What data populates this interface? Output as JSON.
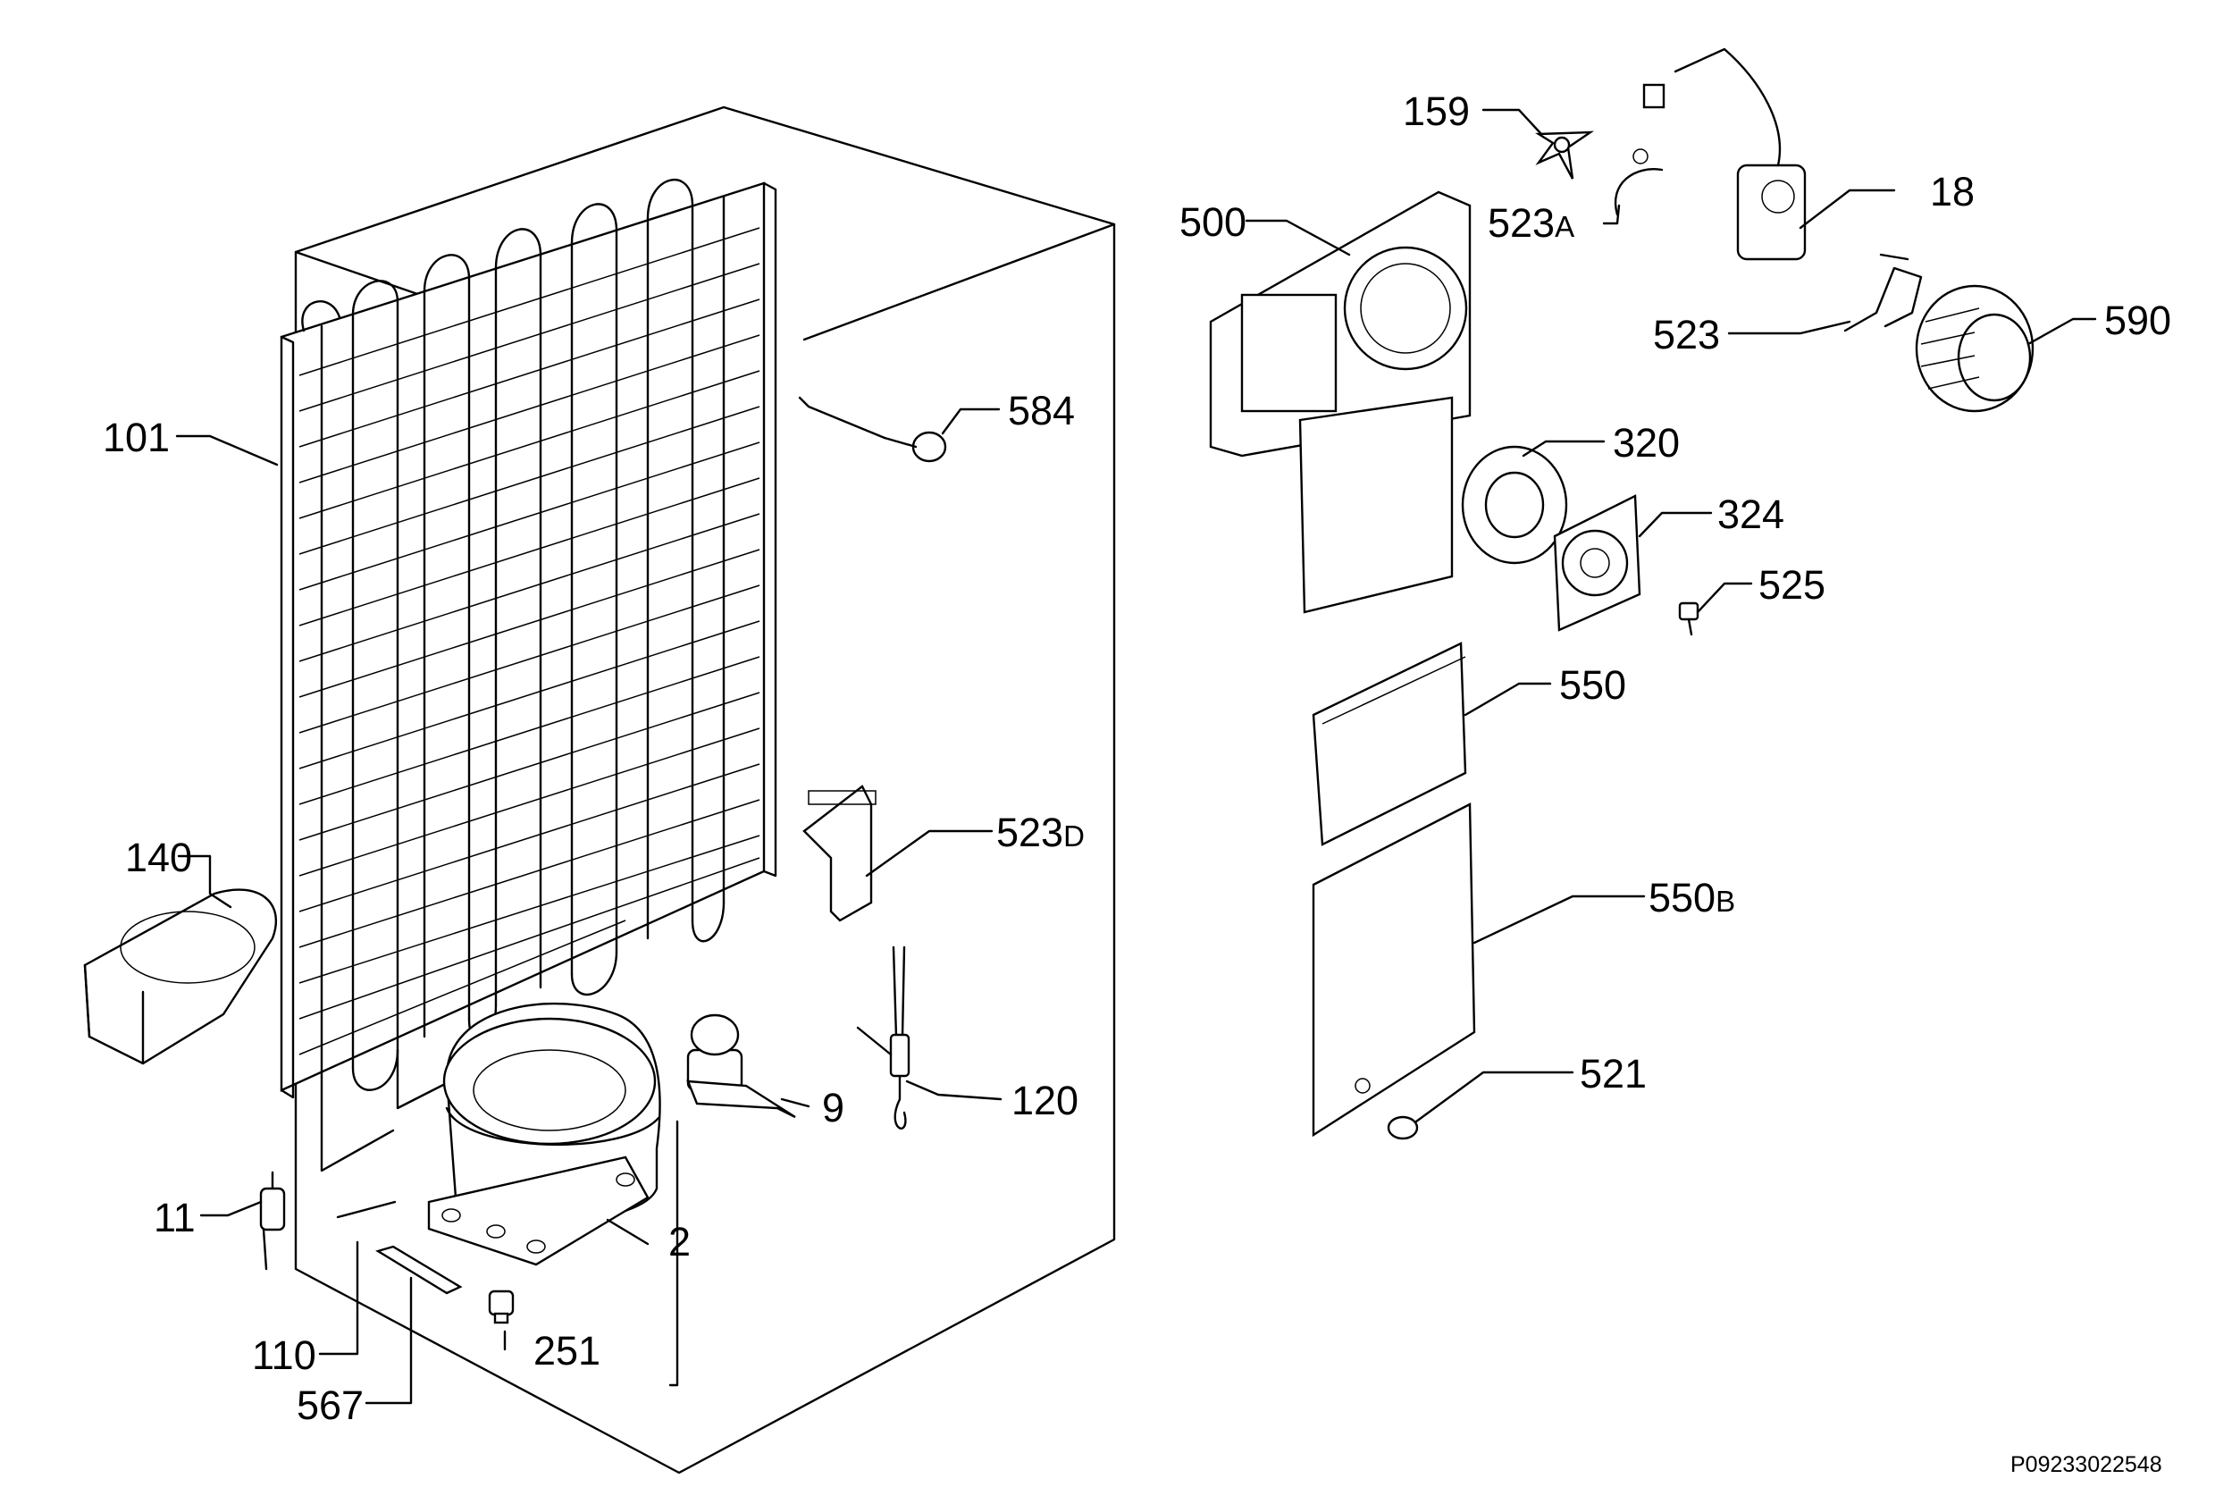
{
  "diagram": {
    "reference_code": "P09233022548",
    "callouts": [
      {
        "id": "101",
        "main": "101",
        "sub": ""
      },
      {
        "id": "140",
        "main": "140",
        "sub": ""
      },
      {
        "id": "11",
        "main": "11",
        "sub": ""
      },
      {
        "id": "110",
        "main": "110",
        "sub": ""
      },
      {
        "id": "567",
        "main": "567",
        "sub": ""
      },
      {
        "id": "251",
        "main": "251",
        "sub": ""
      },
      {
        "id": "2",
        "main": "2",
        "sub": ""
      },
      {
        "id": "9",
        "main": "9",
        "sub": ""
      },
      {
        "id": "120",
        "main": "120",
        "sub": ""
      },
      {
        "id": "523D",
        "main": "523",
        "sub": "D"
      },
      {
        "id": "584",
        "main": "584",
        "sub": ""
      },
      {
        "id": "159",
        "main": "159",
        "sub": ""
      },
      {
        "id": "500",
        "main": "500",
        "sub": ""
      },
      {
        "id": "523A",
        "main": "523",
        "sub": "A"
      },
      {
        "id": "18",
        "main": "18",
        "sub": ""
      },
      {
        "id": "590",
        "main": "590",
        "sub": ""
      },
      {
        "id": "523",
        "main": "523",
        "sub": ""
      },
      {
        "id": "320",
        "main": "320",
        "sub": ""
      },
      {
        "id": "324",
        "main": "324",
        "sub": ""
      },
      {
        "id": "525",
        "main": "525",
        "sub": ""
      },
      {
        "id": "550",
        "main": "550",
        "sub": ""
      },
      {
        "id": "550B",
        "main": "550",
        "sub": "B"
      },
      {
        "id": "521",
        "main": "521",
        "sub": ""
      }
    ]
  }
}
